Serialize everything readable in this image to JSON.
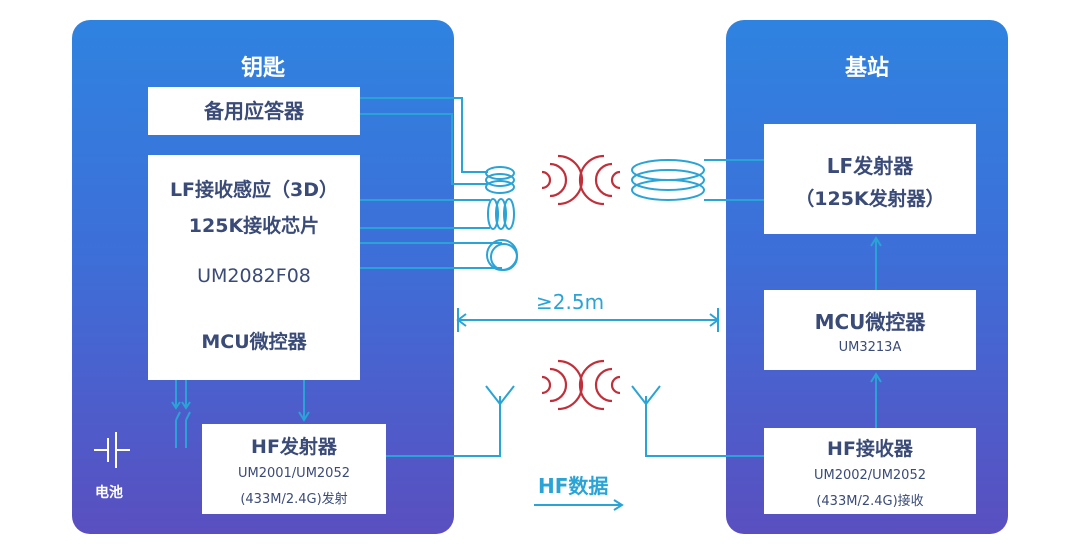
{
  "key": {
    "title": "钥匙",
    "backup_responder": "备用应答器",
    "lf_line1": "LF接收感应（3D）",
    "lf_line2": "125K接收芯片",
    "lf_chip": "UM2082F08",
    "mcu": "MCU微控器",
    "hf_title": "HF发射器",
    "hf_line1": "UM2001/UM2052",
    "hf_line2": "(433M/2.4G)发射",
    "battery": "电池"
  },
  "base": {
    "title": "基站",
    "lf_line1": "LF发射器",
    "lf_line2": "（125K发射器）",
    "mcu": "MCU微控器",
    "mcu_chip": "UM3213A",
    "hf_title": "HF接收器",
    "hf_line1": "UM2002/UM2052",
    "hf_line2": "(433M/2.4G)接收"
  },
  "distance": "≥2.5m",
  "hf_data": "HF数据",
  "colors": {
    "panel_top": "#2f83e0",
    "panel_bottom": "#5a4fc0",
    "box_text": "#3a4b78",
    "wire": "#2aa3d6",
    "wave": "#c0303a"
  }
}
